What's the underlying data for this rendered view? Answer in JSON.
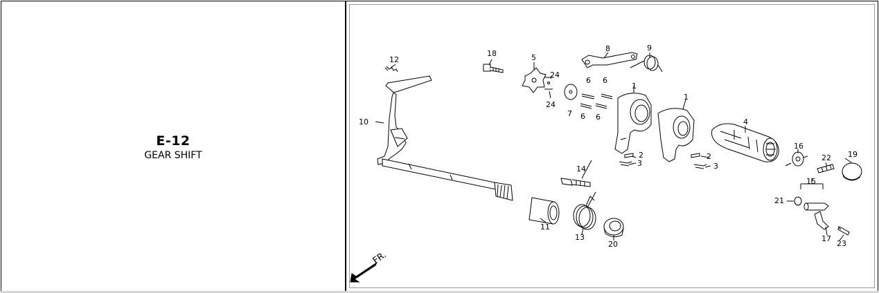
{
  "section": {
    "code": "E-12",
    "name": "GEAR SHIFT"
  },
  "diagram": {
    "part_numbers": [
      "1",
      "1",
      "2",
      "2",
      "3",
      "3",
      "4",
      "5",
      "6",
      "6",
      "6",
      "6",
      "7",
      "8",
      "9",
      "10",
      "11",
      "12",
      "13",
      "14",
      "15",
      "16",
      "17",
      "18",
      "19",
      "20",
      "21",
      "22",
      "23",
      "24",
      "24"
    ],
    "direction": "FR."
  }
}
